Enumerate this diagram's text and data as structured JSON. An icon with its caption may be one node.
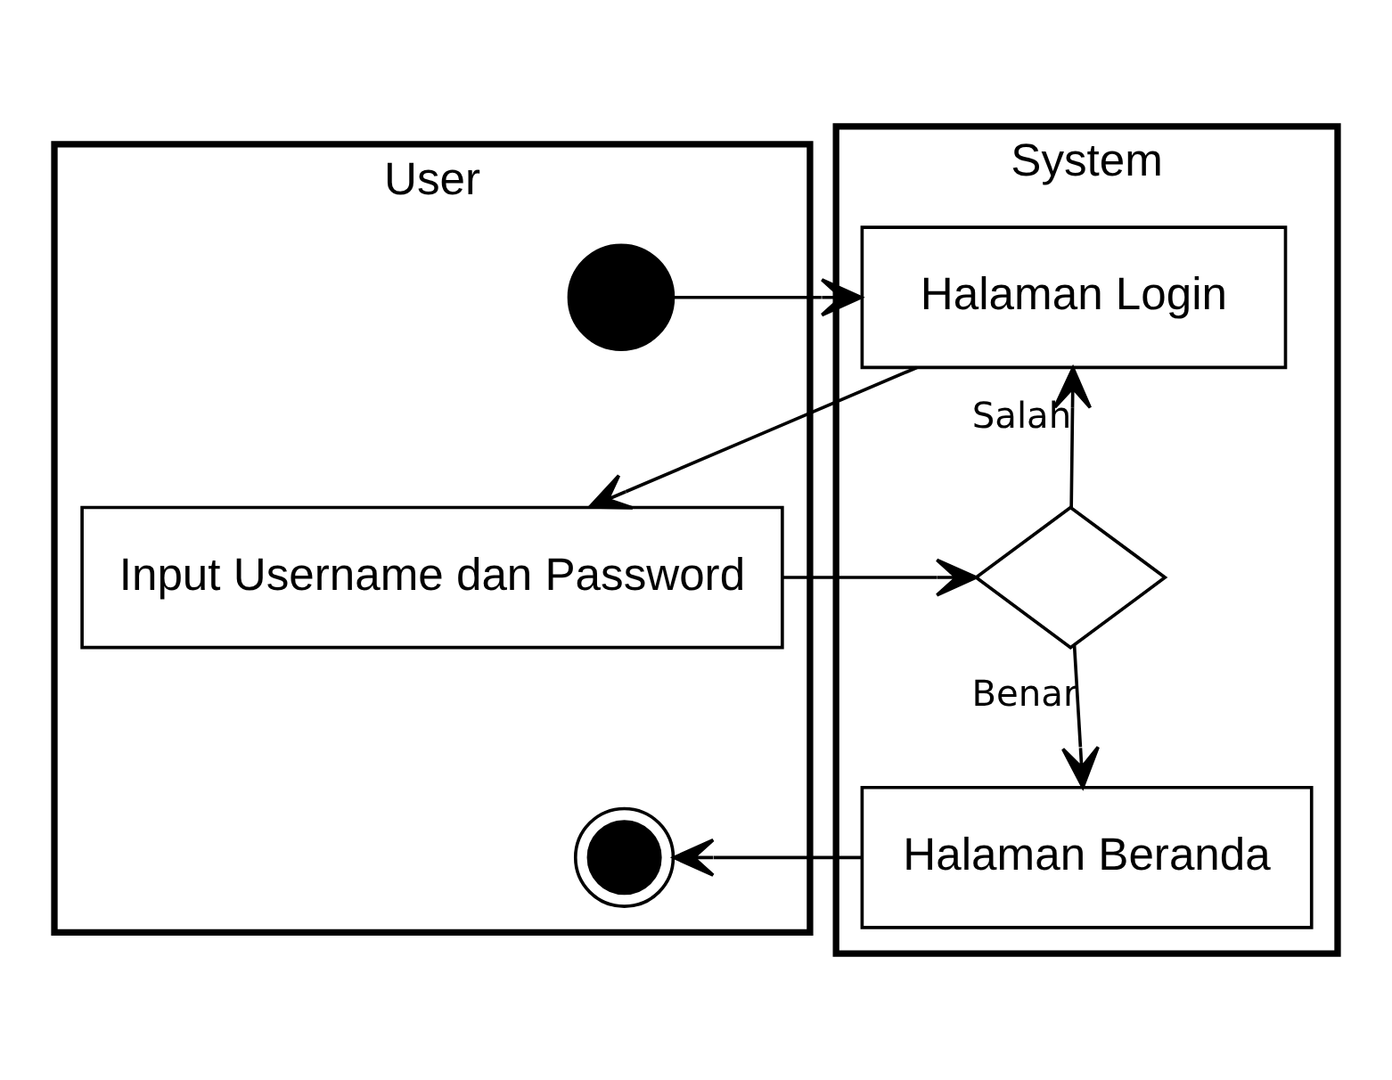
{
  "diagram": {
    "nodes": [
      {
        "text": [
          "User"
        ]
      },
      {
        "text": [
          "System"
        ]
      },
      {
        "text": [],
        "shape": "circle",
        "in": 0
      },
      {
        "text": [
          "Halaman Login"
        ],
        "in": 1
      },
      {
        "text": [
          "Input Username dan Password"
        ],
        "in": 0
      },
      {
        "text": [],
        "shape": "diamond",
        "in": 1
      },
      {
        "text": [
          "Halaman Beranda"
        ],
        "in": 1
      },
      {
        "text": [],
        "shape": "circle",
        "in": 0
      }
    ],
    "edges": [
      {
        "from": 2,
        "to": 3,
        "arrow": "to"
      },
      {
        "from": 3,
        "to": 4,
        "arrow": "to"
      },
      {
        "from": 4,
        "to": 5,
        "arrow": "to"
      },
      {
        "from": 5,
        "to": 3,
        "arrow": "to",
        "label": "Salah"
      },
      {
        "from": 5,
        "to": 6,
        "arrow": "to",
        "label": "Benar"
      },
      {
        "from": 6,
        "to": 7,
        "arrow": "to"
      }
    ]
  }
}
